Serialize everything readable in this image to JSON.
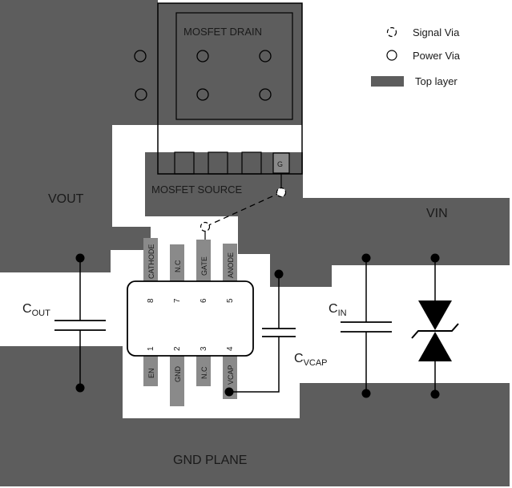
{
  "legend": {
    "signal_via": "Signal Via",
    "power_via": "Power Via",
    "top_layer": "Top layer"
  },
  "labels": {
    "mosfet_drain": "MOSFET DRAIN",
    "mosfet_source": "MOSFET SOURCE",
    "gate_pad": "G",
    "vout": "VOUT",
    "vin": "VIN",
    "gnd_plane": "GND PLANE",
    "c_out_main": "C",
    "c_out_sub": "OUT",
    "c_in_main": "C",
    "c_in_sub": "IN",
    "c_vcap_main": "C",
    "c_vcap_sub": "VCAP"
  },
  "ic": {
    "top_pins": [
      {
        "name": "CATHODE",
        "number": "8"
      },
      {
        "name": "N.C",
        "number": "7"
      },
      {
        "name": "GATE",
        "number": "6"
      },
      {
        "name": "ANODE",
        "number": "5"
      }
    ],
    "bottom_pins": [
      {
        "name": "EN",
        "number": "1"
      },
      {
        "name": "GND",
        "number": "2"
      },
      {
        "name": "N.C",
        "number": "3"
      },
      {
        "name": "VCAP",
        "number": "4"
      }
    ]
  },
  "colors": {
    "top_layer": "#5d5d5d",
    "pin_pad": "#8a8a8a",
    "outline": "#000000"
  }
}
